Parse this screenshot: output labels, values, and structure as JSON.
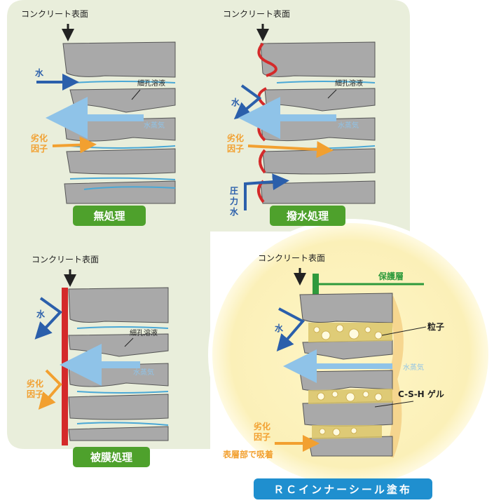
{
  "colors": {
    "panel_bg": "#e9eedb",
    "highlight_bg": "#faf3c8",
    "concrete": "#a9a9a9",
    "concrete_edge": "#555555",
    "water": "#2b5fab",
    "vapor": "#8fc3e8",
    "pore_solution": "#4aa8d6",
    "deterioration": "#f2a030",
    "red": "#d42a2a",
    "green_label": "#4ea12c",
    "blue_label": "#1f8fcf",
    "protect": "#2e9a3c"
  },
  "panels": {
    "untreated": {
      "surface": "コンクリート表面",
      "water": "水",
      "pore_solution": "細孔溶液",
      "vapor": "水蒸気",
      "deterioration": "劣化因子",
      "deterioration_l1": "劣化",
      "deterioration_l2": "因子",
      "label": "無処理"
    },
    "repellent": {
      "surface": "コンクリート表面",
      "water": "水",
      "pore_solution": "細孔溶液",
      "vapor": "水蒸気",
      "deterioration_l1": "劣化",
      "deterioration_l2": "因子",
      "pressure_l1": "圧",
      "pressure_l2": "力",
      "pressure_l3": "水",
      "label": "撥水処理"
    },
    "film": {
      "surface": "コンクリート表面",
      "water": "水",
      "pore_solution": "細孔溶液",
      "vapor": "水蒸気",
      "deterioration_l1": "劣化",
      "deterioration_l2": "因子",
      "label": "被膜処理"
    },
    "rc_seal": {
      "surface": "コンクリート表面",
      "protective_layer": "保護層",
      "water": "水",
      "particles": "粒子",
      "vapor": "水蒸気",
      "csh_gel": "C-S-H ゲル",
      "deterioration_l1": "劣化",
      "deterioration_l2": "因子",
      "surface_absorb": "表層部で吸着",
      "label": "ＲＣインナーシール塗布"
    }
  },
  "icons": [
    "down-arrow-icon",
    "water-arrow-icon",
    "vapor-arrow-icon",
    "deterioration-arrow-icon",
    "bubble-particle-icon"
  ]
}
